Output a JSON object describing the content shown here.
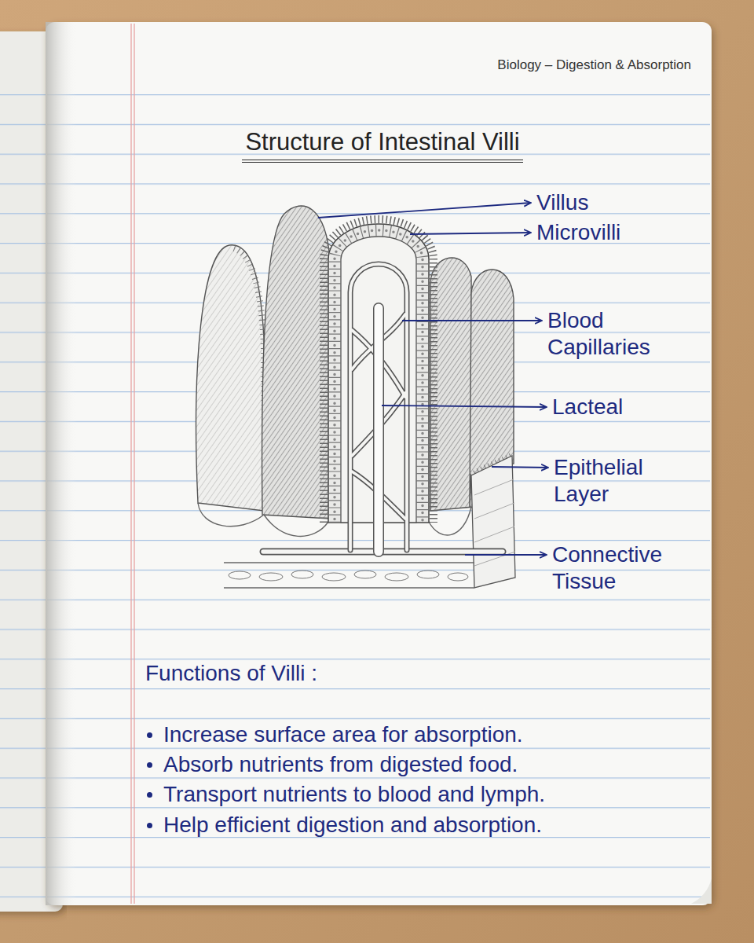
{
  "diagram": {
    "title": "Structure of Intestinal Villi",
    "labels": [
      "Biology – Digestion & Absorption",
      "Villus",
      "Microvilli",
      "Blood Capillaries",
      "Lacteal",
      "Epithelial Layer",
      "Connective Tissue",
      "Functions of Villi :",
      "Increase surface area for absorption.",
      "Absorb nutrients from digested food.",
      "Transport nutrients to blood and lymph.",
      "Help efficient digestion and absorption."
    ]
  }
}
